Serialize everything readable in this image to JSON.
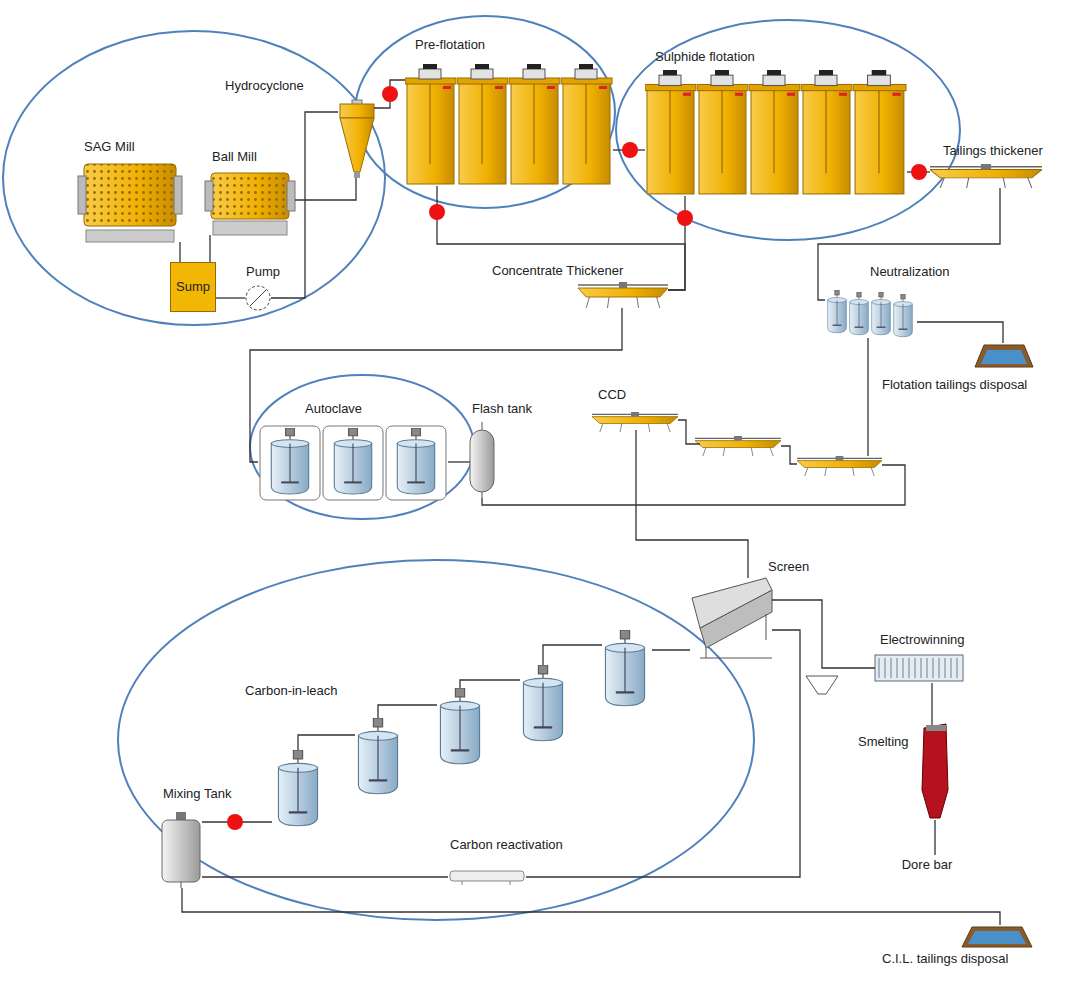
{
  "diagram": {
    "nodes": [
      {
        "text": [
          "SAG Mill"
        ]
      },
      {
        "text": [
          "Ball Mill"
        ]
      },
      {
        "text": [
          "Sump"
        ]
      },
      {
        "text": [
          "Pump"
        ]
      },
      {
        "text": [
          "Hydrocyclone"
        ]
      },
      {
        "text": [
          "Pre-flotation"
        ]
      },
      {
        "text": [
          "Sulphide flotation"
        ]
      },
      {
        "text": [
          "Tailings thickener"
        ]
      },
      {
        "text": [
          "Concentrate Thickener"
        ]
      },
      {
        "text": [
          "Neutralization"
        ]
      },
      {
        "text": [
          "Flotation tailings disposal"
        ]
      },
      {
        "text": [
          "Autoclave"
        ]
      },
      {
        "text": [
          "Flash tank"
        ]
      },
      {
        "text": [
          "CCD"
        ]
      },
      {
        "text": [
          "Screen"
        ]
      },
      {
        "text": [
          "Electrowinning"
        ]
      },
      {
        "text": [
          "Smelting"
        ]
      },
      {
        "text": [
          "Dore bar"
        ]
      },
      {
        "text": [
          "Carbon-in-leach"
        ]
      },
      {
        "text": [
          "Mixing Tank"
        ]
      },
      {
        "text": [
          "Carbon reactivation"
        ]
      },
      {
        "text": [
          "C.I.L. tailings disposal"
        ]
      }
    ],
    "edges": [
      {
        "from": 0,
        "to": 2,
        "arrow": "none"
      },
      {
        "from": 1,
        "to": 2,
        "arrow": "none"
      },
      {
        "from": 2,
        "to": 3,
        "arrow": "none"
      },
      {
        "from": 3,
        "to": 4,
        "arrow": "none"
      },
      {
        "from": 4,
        "to": 1,
        "arrow": "none"
      },
      {
        "from": 4,
        "to": 5,
        "arrow": "none"
      },
      {
        "from": 5,
        "to": 6,
        "arrow": "none"
      },
      {
        "from": 5,
        "to": 8,
        "arrow": "none"
      },
      {
        "from": 6,
        "to": 8,
        "arrow": "none"
      },
      {
        "from": 6,
        "to": 7,
        "arrow": "none"
      },
      {
        "from": 7,
        "to": 9,
        "arrow": "none"
      },
      {
        "from": 9,
        "to": 10,
        "arrow": "none"
      },
      {
        "from": 8,
        "to": 11,
        "arrow": "none"
      },
      {
        "from": 11,
        "to": 12,
        "arrow": "none"
      },
      {
        "from": 12,
        "to": 13,
        "arrow": "none"
      },
      {
        "from": 13,
        "to": 14,
        "arrow": "none"
      },
      {
        "from": 13,
        "to": 9,
        "arrow": "none"
      },
      {
        "from": 14,
        "to": 18,
        "arrow": "none"
      },
      {
        "from": 14,
        "to": 15,
        "arrow": "none"
      },
      {
        "from": 15,
        "to": 16,
        "arrow": "none"
      },
      {
        "from": 16,
        "to": 17,
        "arrow": "none"
      },
      {
        "from": 18,
        "to": 19,
        "arrow": "none"
      },
      {
        "from": 19,
        "to": 21,
        "arrow": "none"
      },
      {
        "from": 19,
        "to": 20,
        "arrow": "none"
      },
      {
        "from": 20,
        "to": 14,
        "arrow": "none"
      }
    ]
  }
}
